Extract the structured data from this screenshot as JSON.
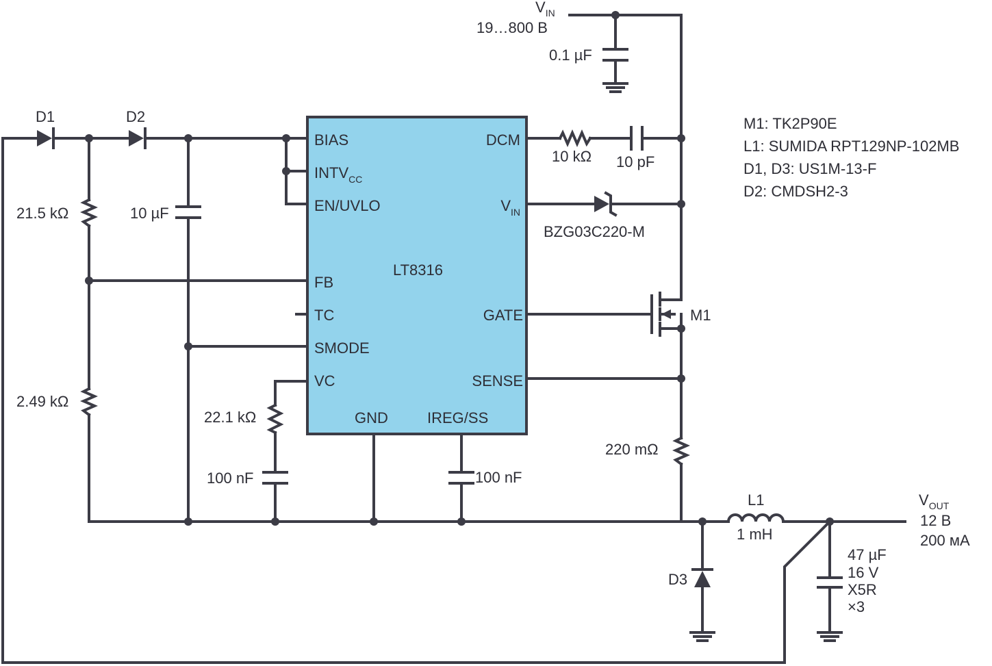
{
  "colors": {
    "ic_fill": "#93d3ec",
    "wire": "#3c3c46"
  },
  "ic": {
    "name": "LT8316",
    "pins_left": {
      "bias": "BIAS",
      "intv": "INTV",
      "intv_sub": "CC",
      "en": "EN/UVLO",
      "fb": "FB",
      "tc": "TC",
      "smode": "SMODE",
      "vc": "VC"
    },
    "pins_right": {
      "dcm": "DCM",
      "vin": "V",
      "vin_sub": "IN",
      "gate": "GATE",
      "sense": "SENSE"
    },
    "pins_bottom": {
      "gnd": "GND",
      "ireg": "IREG/SS"
    }
  },
  "labels": {
    "vin_top": "V",
    "vin_top_sub": "IN",
    "vin_range": "19…800 В",
    "c_in": "0.1 µF",
    "d1": "D1",
    "d2": "D2",
    "r1": "21.5 kΩ",
    "c_bias": "10 µF",
    "r2": "2.49 kΩ",
    "r_vc": "22.1 kΩ",
    "c_vc": "100 nF",
    "c_ss": "100 nF",
    "r_dcm": "10 kΩ",
    "c_dcm": "10 pF",
    "zener": "BZG03C220-M",
    "m1": "M1",
    "r_sense": "220 mΩ",
    "l1": "L1",
    "l1_val": "1 mH",
    "d3": "D3",
    "vout": "V",
    "vout_sub": "OUT",
    "vout_v": "12 В",
    "vout_i": "200 мА",
    "cout_1": "47 µF",
    "cout_2": "16 V",
    "cout_3": "X5R",
    "cout_4": "×3"
  },
  "bom": [
    "M1: TK2P90E",
    "L1: SUMIDA RPT129NP-102MB",
    "D1, D3: US1M-13-F",
    "D2: CMDSH2-3"
  ]
}
